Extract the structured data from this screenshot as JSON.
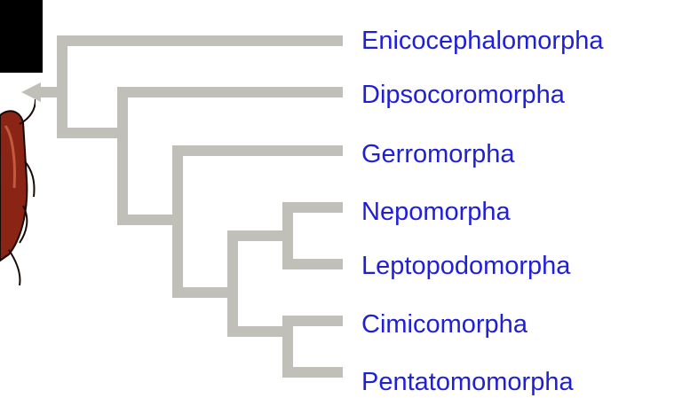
{
  "taxa": [
    "Enicocephalomorpha",
    "Dipsocoromorpha",
    "Gerromorpha",
    "Nepomorpha",
    "Leptopodomorpha",
    "Cimicomorpha",
    "Pentatomomorpha"
  ],
  "colors": {
    "branch": "#c0c0b8",
    "label": "#1f1fd6",
    "arrow": "#c0c0b8",
    "insect": "#8a2414"
  },
  "icons": {
    "back_arrow": "left-triangle-arrow",
    "illustration": "insect-illustration"
  }
}
